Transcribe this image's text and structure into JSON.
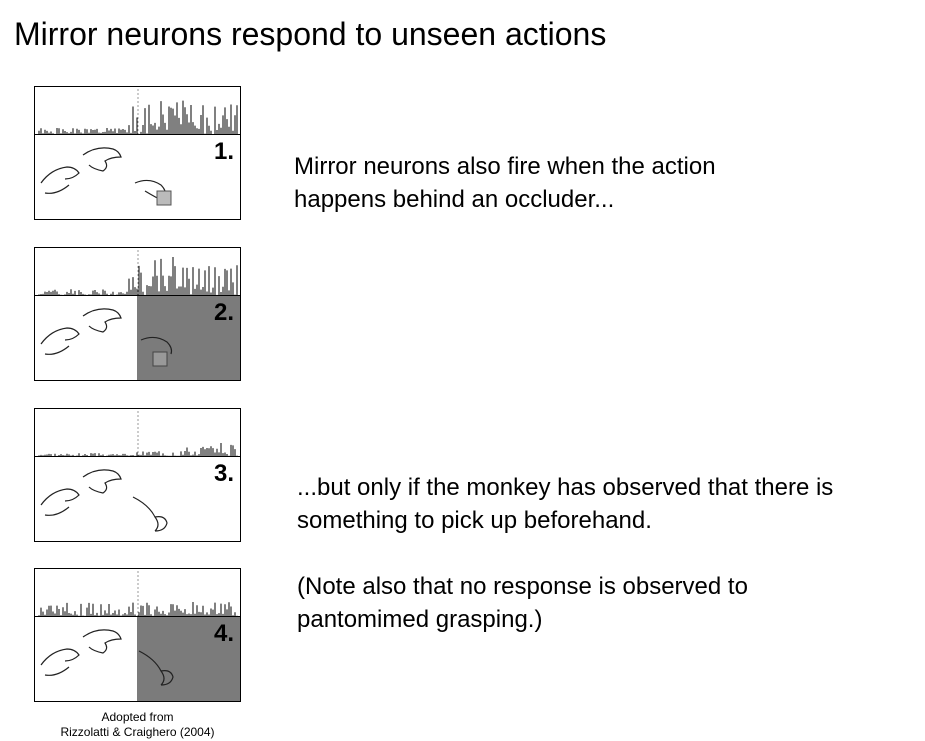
{
  "slide": {
    "title": "Mirror neurons respond to unseen actions",
    "text1_line1": "Mirror neurons also fire when the action",
    "text1_line2": "happens behind an occluder...",
    "text2_line1": "...but only if the monkey has observed that there is",
    "text2_line2": "something to pick up beforehand.",
    "text3_line1": "(Note also that no response is observed to",
    "text3_line2": "pantomimed grasping.)",
    "caption_line1": "Adopted from",
    "caption_line2": "Rizzolatti & Craighero (2004)"
  },
  "panels": [
    {
      "label": "1.",
      "occluded": false,
      "has_object": true
    },
    {
      "label": "2.",
      "occluded": true,
      "has_object": true
    },
    {
      "label": "3.",
      "occluded": false,
      "has_object": false
    },
    {
      "label": "4.",
      "occluded": true,
      "has_object": false
    }
  ],
  "colors": {
    "occluder": "#7b7b7b",
    "text": "#000000",
    "background": "#ffffff"
  }
}
